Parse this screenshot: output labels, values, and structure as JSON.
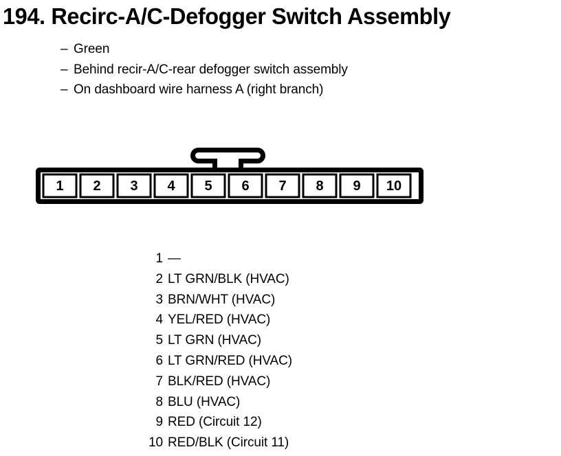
{
  "document": {
    "item_number": "194.",
    "title": "194. Recirc-A/C-Defogger Switch Assembly",
    "description_items": [
      {
        "dash": "–",
        "text": "Green"
      },
      {
        "dash": "–",
        "text": "Behind recir-A/C-rear defogger switch assembly"
      },
      {
        "dash": "–",
        "text": "On dashboard wire harness A (right branch)"
      }
    ]
  },
  "connector": {
    "type": "10-pin inline connector",
    "pin_count": 10,
    "latch_position": "top center between pins 5 and 6",
    "cavity_labels": [
      "1",
      "2",
      "3",
      "4",
      "5",
      "6",
      "7",
      "8",
      "9",
      "10"
    ],
    "outline_color": "#000000",
    "fill_color": "#ffffff"
  },
  "pin_table": {
    "rows": [
      {
        "pin": "1",
        "wire": "—"
      },
      {
        "pin": "2",
        "wire": "LT GRN/BLK (HVAC)"
      },
      {
        "pin": "3",
        "wire": "BRN/WHT (HVAC)"
      },
      {
        "pin": "4",
        "wire": "YEL/RED (HVAC)"
      },
      {
        "pin": "5",
        "wire": "LT GRN (HVAC)"
      },
      {
        "pin": "6",
        "wire": "LT GRN/RED (HVAC)"
      },
      {
        "pin": "7",
        "wire": "BLK/RED (HVAC)"
      },
      {
        "pin": "8",
        "wire": "BLU (HVAC)"
      },
      {
        "pin": "9",
        "wire": "RED (Circuit 12)"
      },
      {
        "pin": "10",
        "wire": "RED/BLK (Circuit 11)"
      }
    ]
  }
}
